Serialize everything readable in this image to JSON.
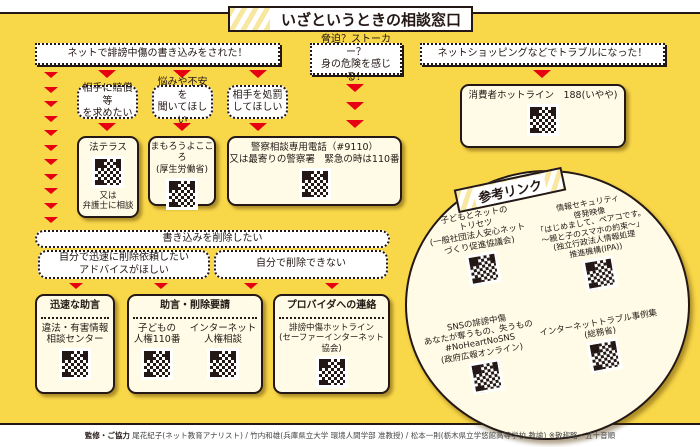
{
  "title": "いざというときの相談窓口",
  "situations": {
    "defamation": "ネットで誹謗中傷の書き込みをされた！",
    "threat": "脅迫？ストーカー？\n身の危険を感じる！",
    "shopping": "ネットショッピングなどでトラブルになった！"
  },
  "needs": [
    "相手に賠償等\nを求めたい",
    "悩みや不安を\n聞いてほしい",
    "相手を処罰\nしてほしい"
  ],
  "cards": {
    "houterasu": {
      "title": "法テラス",
      "note": "又は\n弁護士に相談"
    },
    "mamorou": {
      "title": "まもろうよこころ\n(厚生労働省)"
    },
    "police": {
      "title": "警察相談専用電話（#9110）\n又は最寄りの警察署　緊急の時は110番"
    },
    "consumer": {
      "title": "消費者ホットライン　188(いやや)"
    }
  },
  "delete": {
    "main": "書き込みを削除したい",
    "self": "自分で迅速に削除依頼したい\nアドバイスがほしい",
    "cannot": "自分で削除できない"
  },
  "bottom_cards": [
    {
      "header": "迅速な助言",
      "items": [
        "違法・有害情報\n相談センター"
      ]
    },
    {
      "header": "助言・削除要請",
      "items": [
        "子どもの\n人権110番",
        "インターネット\n人権相談"
      ]
    },
    {
      "header": "プロバイダへの連絡",
      "items": [
        "誹謗中傷ホットライン\n(セーファーインターネット協会)"
      ]
    }
  ],
  "references": {
    "title": "参考リンク",
    "items": [
      "子どもとネットの\nトリセツ\n(一般社団法人安心ネット\nづくり促進協議会)",
      "情報セキュリティ\n啓発映像\n「はじめまして、ペアコです。\n～親と子のスマホの約束～」\n(独立行政法人情報処理\n推進機構(IPA))",
      "SNSの誹謗中傷\nあなたが奪うもの、失うもの\n#NoHeartNoSNS\n(政府広報オンライン)",
      "インターネットトラブル事例集\n(総務省)"
    ]
  },
  "footer": {
    "label": "監修・ご協力",
    "text": "尾花紀子(ネット教育アナリスト) / 竹内和雄(兵庫県立大学 環境人間学部 准教授) / 松本一則(栃木県立学悠館高等学校 教諭) ※敬称略・五十音順"
  },
  "colors": {
    "background": "#f8d748",
    "arrow": "#e60012",
    "card": "#fffbe6"
  }
}
